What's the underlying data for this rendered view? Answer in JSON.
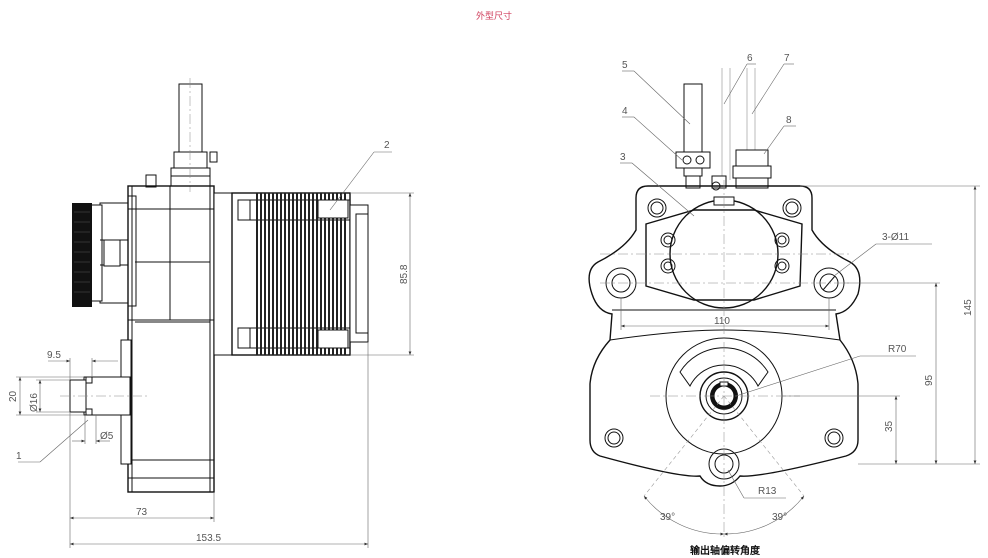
{
  "title": "外型尺寸",
  "caption": "输出轴偏转角度",
  "labels": {
    "l1": "1",
    "l2": "2",
    "l3": "3",
    "l4": "4",
    "l5": "5",
    "l6": "6",
    "l7": "7",
    "l8": "8"
  },
  "dims": {
    "d9_5": "9.5",
    "d20": "20",
    "d16": "Ø16",
    "d5": "Ø5",
    "d73": "73",
    "d153_5": "153.5",
    "d85_8": "85.8",
    "d110": "110",
    "d145": "145",
    "d95": "95",
    "d35": "35",
    "r70": "R70",
    "r13": "R13",
    "hole": "3-Ø11",
    "a1": "39°",
    "a2": "39°"
  }
}
